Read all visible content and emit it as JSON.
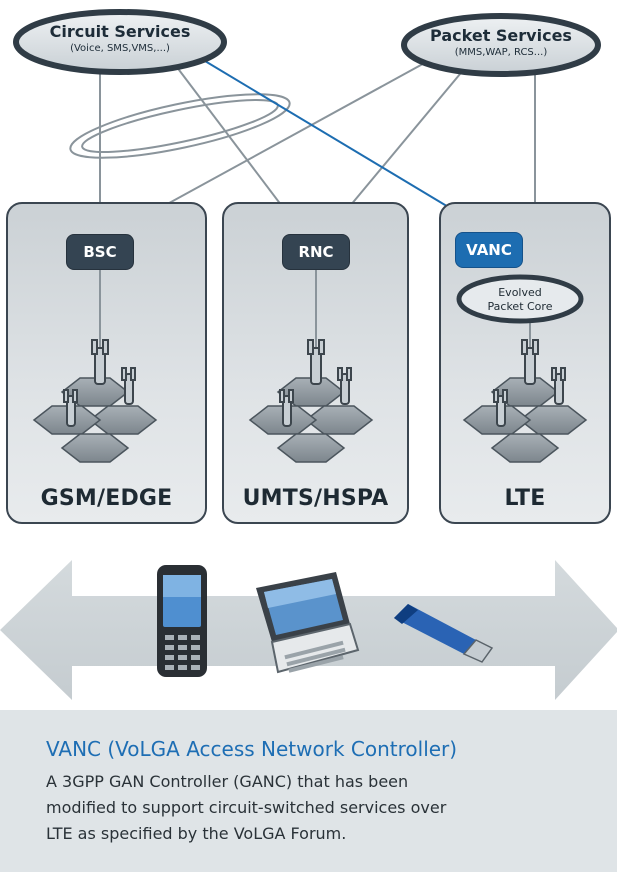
{
  "clouds": {
    "circuit": {
      "title": "Circuit Services",
      "subtitle": "(Voice, SMS,VMS,...)"
    },
    "packet": {
      "title": "Packet Services",
      "subtitle": "(MMS,WAP, RCS...)"
    }
  },
  "panels": {
    "gsm": {
      "controller": "BSC",
      "label": "GSM/EDGE"
    },
    "umts": {
      "controller": "RNC",
      "label": "UMTS/HSPA"
    },
    "lte": {
      "controller": "VANC",
      "label": "LTE",
      "core_line1": "Evolved",
      "core_line2": "Packet Core"
    }
  },
  "info": {
    "title": "VANC (VoLGA Access Network Controller)",
    "lines": [
      "A 3GPP GAN Controller (GANC) that has been",
      "modified to support circuit-switched services over",
      "LTE as specified by the VoLGA Forum."
    ]
  },
  "colors": {
    "accent_blue": "#1d6db1",
    "controller_dark": "#344452",
    "panel_border": "#3b4651",
    "info_bg": "#dfe4e7"
  },
  "icons": [
    "mobile-phone-icon",
    "laptop-icon",
    "usb-modem-icon",
    "cell-tower-icon"
  ]
}
